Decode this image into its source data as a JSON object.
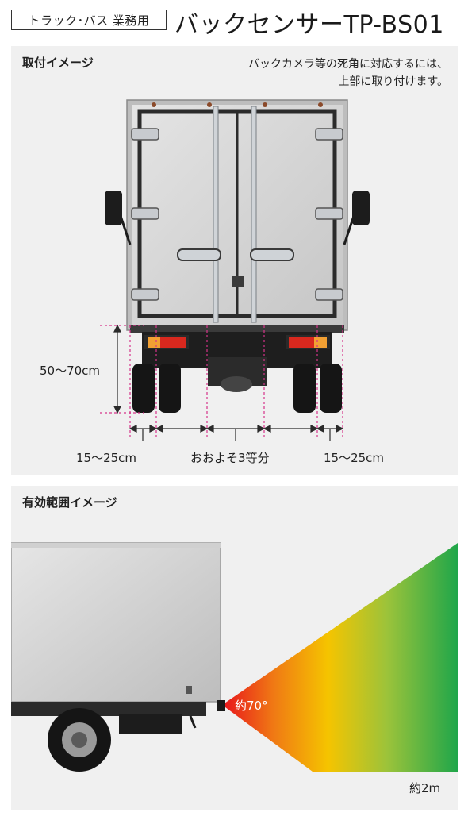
{
  "header": {
    "badge": "トラック･バス 業務用",
    "title": "バックセンサーTP-BS01"
  },
  "mounting": {
    "label": "取付イメージ",
    "note_line1": "バックカメラ等の死角に対応するには、",
    "note_line2": "上部に取り付けます。",
    "height_label": "50〜70cm",
    "left_offset_label": "15〜25cm",
    "center_label": "おおよそ3等分",
    "right_offset_label": "15〜25cm"
  },
  "range": {
    "label": "有効範囲イメージ",
    "angle_label": "約70°",
    "distance_label": "約2m"
  },
  "colors": {
    "guide": "#d6338a",
    "beam_start": "#e8141c",
    "beam_mid": "#f5c400",
    "beam_end": "#1fa64a",
    "panel_bg": "#f0f0f0"
  }
}
